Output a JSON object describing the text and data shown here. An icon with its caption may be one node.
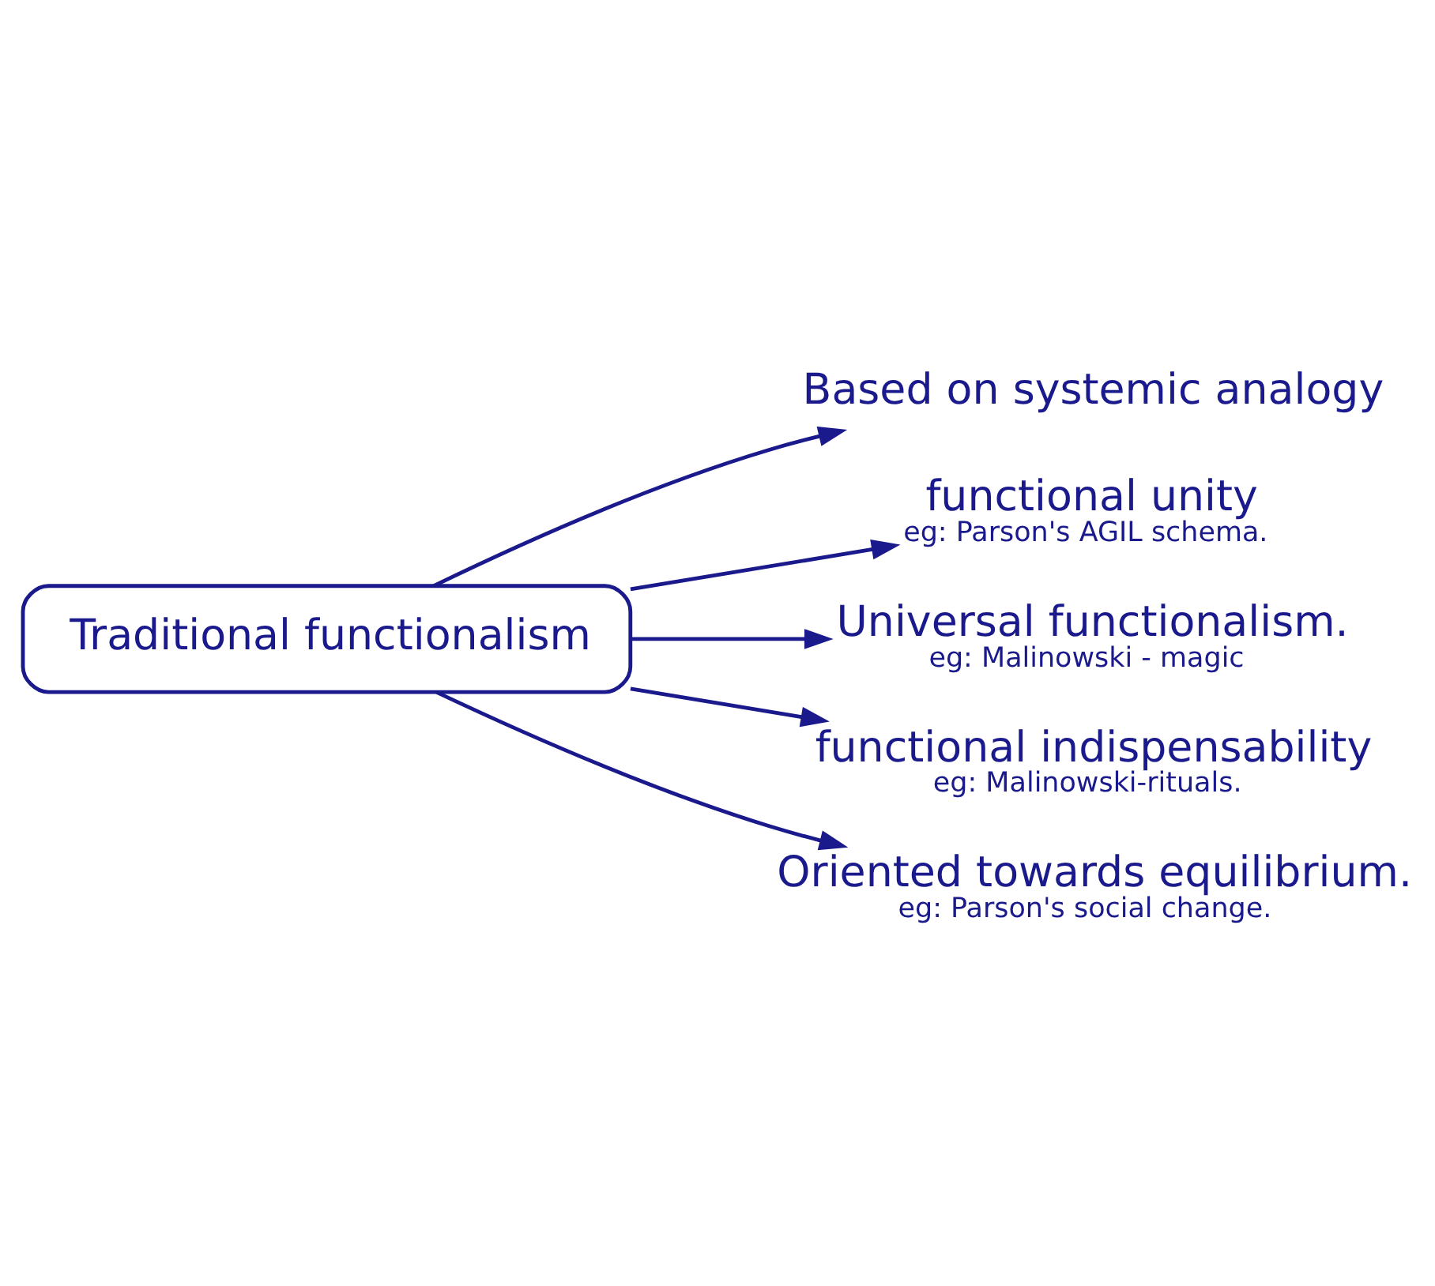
{
  "diagram": {
    "nodes": [
      {
        "text": [
          "Traditional functionalism"
        ]
      },
      {
        "text": [
          "Based on systemic analogy"
        ]
      },
      {
        "text": [
          "functional unity"
        ],
        "beside": [
          "eg: Parson's AGIL schema."
        ]
      },
      {
        "text": [
          "Universal functionalism."
        ],
        "beside": [
          "eg: Malinowski - magic"
        ]
      },
      {
        "text": [
          "functional indispensability"
        ],
        "beside": [
          "eg: Malinowski-rituals."
        ]
      },
      {
        "text": [
          "Oriented towards equilibrium."
        ],
        "beside": [
          "eg: Parson's social change."
        ]
      }
    ],
    "edges": [
      {
        "from": 0,
        "to": 1,
        "arrow": "to"
      },
      {
        "from": 0,
        "to": 2,
        "arrow": "to"
      },
      {
        "from": 0,
        "to": 3,
        "arrow": "to"
      },
      {
        "from": 0,
        "to": 4,
        "arrow": "to"
      },
      {
        "from": 0,
        "to": 5,
        "arrow": "to"
      }
    ]
  }
}
